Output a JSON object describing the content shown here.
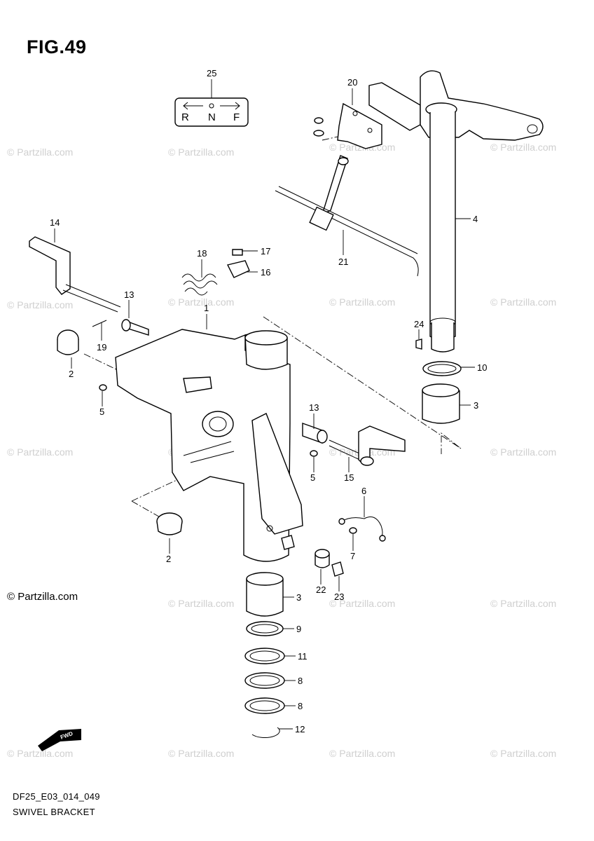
{
  "figure": {
    "title": "FIG.49",
    "code": "DF25_E03_014_049",
    "name": "SWIVEL BRACKET"
  },
  "watermark": {
    "text": "© Partzilla.com",
    "prominent_text": "© Partzilla.com"
  },
  "shift_label": {
    "left": "R",
    "center": "N",
    "right": "F"
  },
  "fwd_badge": "FWD",
  "callouts": [
    "25",
    "20",
    "4",
    "14",
    "18",
    "17",
    "16",
    "21",
    "13",
    "1",
    "24",
    "19",
    "2",
    "10",
    "5",
    "3",
    "13",
    "5",
    "15",
    "6",
    "7",
    "2",
    "22",
    "23",
    "3",
    "9",
    "11",
    "8",
    "8",
    "12"
  ]
}
